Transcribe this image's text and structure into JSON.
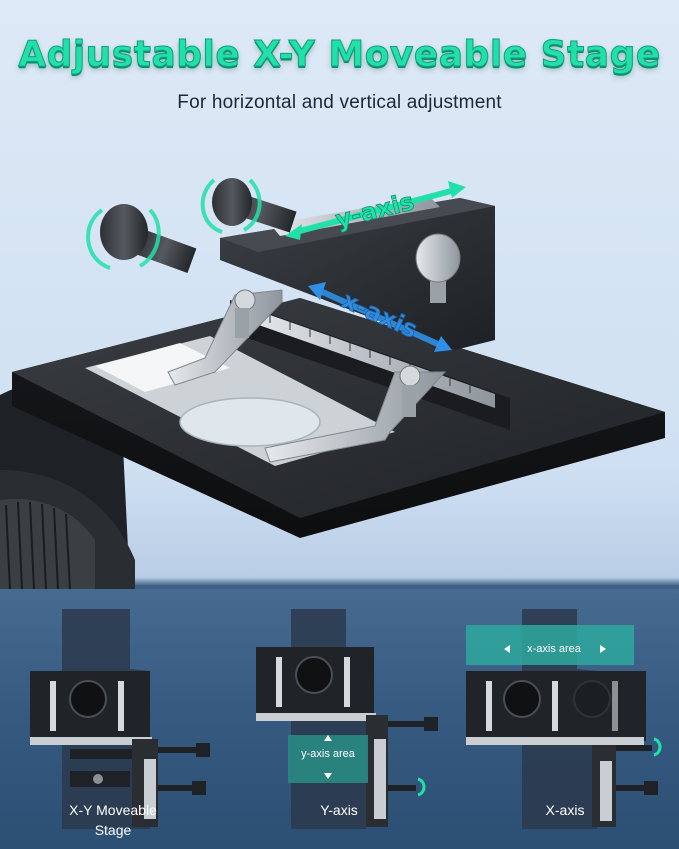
{
  "header": {
    "title": "Adjustable X-Y Moveable Stage",
    "subtitle": "For horizontal and vertical adjustment"
  },
  "stage_labels": {
    "y_axis": "y-axis",
    "x_axis": "x-axis"
  },
  "panels": [
    {
      "caption_line1": "X-Y Moveable",
      "caption_line2": "Stage",
      "overlay": ""
    },
    {
      "caption_line1": "Y-axis",
      "caption_line2": "",
      "overlay": "y-axis area"
    },
    {
      "caption_line1": "X-axis",
      "caption_line2": "",
      "overlay": "x-axis area"
    }
  ],
  "colors": {
    "accent": "#22e0a9",
    "axis_blue": "#2f8fe6",
    "overlay_teal": "#2a8a84",
    "dark_metal": "#2a2d31",
    "silver": "#c9ced3"
  },
  "icons": [
    "arrow-left-icon",
    "arrow-right-icon",
    "arrow-up-icon",
    "arrow-down-icon",
    "rotate-icon"
  ]
}
